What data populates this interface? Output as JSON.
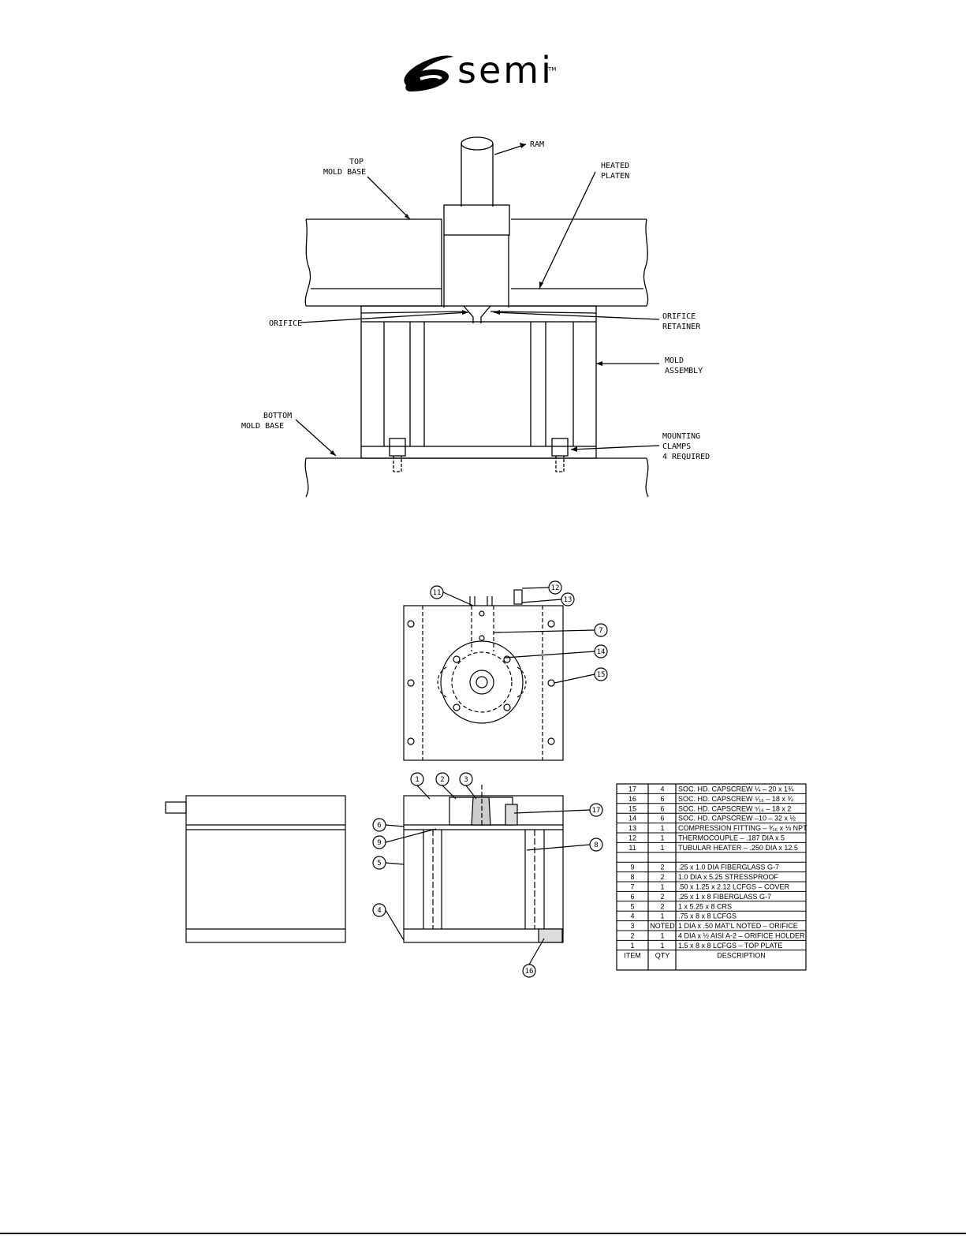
{
  "header": {
    "logo_text": "semi",
    "tm": "TM"
  },
  "figure1": {
    "labels": {
      "ram": "RAM",
      "top_mold_base_1": "TOP",
      "top_mold_base_2": "MOLD BASE",
      "heated_platen_1": "HEATED",
      "heated_platen_2": "PLATEN",
      "orifice": "ORIFICE",
      "orifice_retainer_1": "ORIFICE",
      "orifice_retainer_2": "RETAINER",
      "mold_assembly_1": "MOLD",
      "mold_assembly_2": "ASSEMBLY",
      "bottom_mold_base_1": "BOTTOM",
      "bottom_mold_base_2": "MOLD BASE",
      "mounting_clamps_1": "MOUNTING",
      "mounting_clamps_2": "CLAMPS",
      "mounting_clamps_3": "4 REQUIRED"
    }
  },
  "figure2": {
    "balloons": [
      "1",
      "2",
      "3",
      "4",
      "5",
      "6",
      "7",
      "8",
      "9",
      "11",
      "12",
      "13",
      "14",
      "15",
      "16",
      "17"
    ],
    "parts_list": {
      "headers": [
        "ITEM",
        "QTY",
        "DESCRIPTION"
      ],
      "rows": [
        [
          "17",
          "4",
          "SOC. HD. CAPSCREW ¼ – 20 x 1¾"
        ],
        [
          "16",
          "6",
          "SOC. HD. CAPSCREW ⁵⁄₁₆ – 18 x ¾"
        ],
        [
          "15",
          "6",
          "SOC. HD. CAPSCREW ⁵⁄₁₆ – 18 x 2"
        ],
        [
          "14",
          "6",
          "SOC. HD. CAPSCREW –10 – 32 x ½"
        ],
        [
          "13",
          "1",
          "COMPRESSION FITTING – ³⁄₁₆ x ⅛ NPT"
        ],
        [
          "12",
          "1",
          "THERMOCOUPLE – .187 DIA x 5"
        ],
        [
          "11",
          "1",
          "TUBULAR HEATER – .250 DIA x 12.5"
        ],
        [
          "",
          "",
          ""
        ],
        [
          "9",
          "2",
          ".25 x 1.0 DIA FIBERGLASS G-7"
        ],
        [
          "8",
          "2",
          "1.0 DIA x 5.25 STRESSPROOF"
        ],
        [
          "7",
          "1",
          ".50 x 1.25 x 2.12 LCFGS – COVER"
        ],
        [
          "6",
          "2",
          ".25 x 1 x 8 FIBERGLASS G-7"
        ],
        [
          "5",
          "2",
          "1 x 5.25 x 8 CRS"
        ],
        [
          "4",
          "1",
          ".75 x 8 x 8 LCFGS"
        ],
        [
          "3",
          "NOTED",
          "1 DIA x .50 MAT'L NOTED – ORIFICE"
        ],
        [
          "2",
          "1",
          "4 DIA x ½ AISI A-2 – ORIFICE HOLDER"
        ],
        [
          "1",
          "1",
          "1.5 x 8 x 8 LCFGS – TOP PLATE"
        ]
      ]
    }
  }
}
